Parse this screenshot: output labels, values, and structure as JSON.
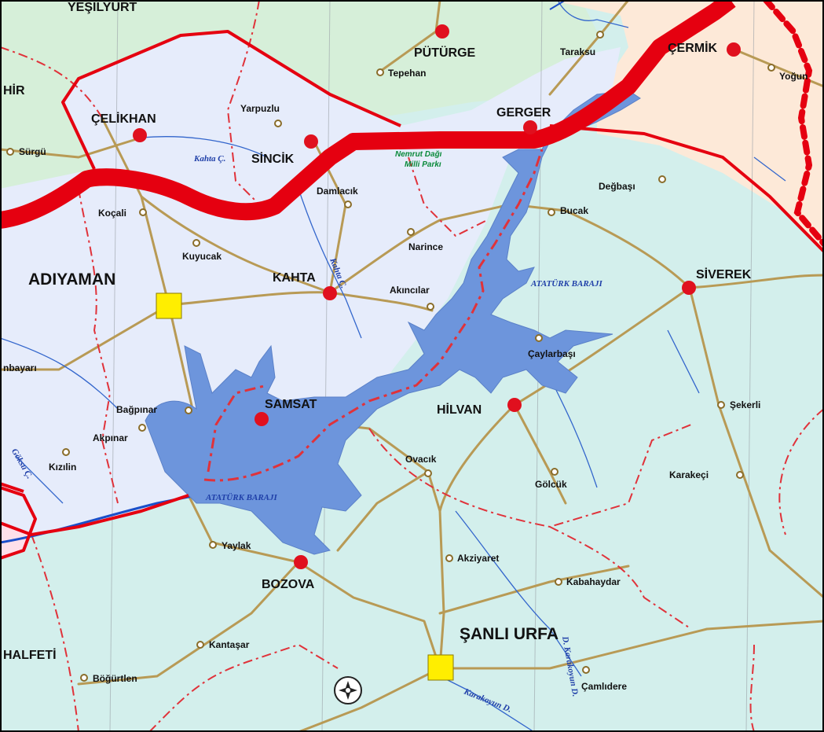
{
  "map": {
    "colors": {
      "adiyaman_province": "#e6ecfb",
      "sanliurfa_province": "#d3efec",
      "malatya_province": "#d6efd9",
      "diyarbakir_province": "#fde9d8",
      "gaziantep_province": "#fde0ea",
      "reservoir": "#6d95dc",
      "river": "#3366cc",
      "road": "#b89a55",
      "province_border": "#e50010",
      "district_border": "#e0323a",
      "main_highway": "#e50010",
      "district_center": "#e0101e",
      "province_center": "#ffee00",
      "village": "#b89a55"
    },
    "province_centers": [
      {
        "name": "ADIYAMAN",
        "icon": "yellow-square-icon"
      },
      {
        "name": "ŞANLI URFA",
        "icon": "yellow-square-icon"
      }
    ],
    "district_centers": [
      {
        "name": "PÜTÜRGE",
        "icon": "red-dot-icon"
      },
      {
        "name": "ÇERMİK",
        "icon": "red-dot-icon"
      },
      {
        "name": "ÇELİKHAN",
        "icon": "red-dot-icon"
      },
      {
        "name": "SİNCİK",
        "icon": "red-dot-icon"
      },
      {
        "name": "GERGER",
        "icon": "red-dot-icon"
      },
      {
        "name": "KAHTA",
        "icon": "red-dot-icon"
      },
      {
        "name": "SİVEREK",
        "icon": "red-dot-icon"
      },
      {
        "name": "SAMSAT",
        "icon": "red-dot-icon"
      },
      {
        "name": "HİLVAN",
        "icon": "red-dot-icon"
      },
      {
        "name": "BOZOVA",
        "icon": "red-dot-icon"
      }
    ],
    "edge_labels": [
      "YEŞİLYURT",
      "HİR",
      "HALFETİ",
      "nbayarı"
    ],
    "villages": [
      {
        "name": "Tepehan"
      },
      {
        "name": "Taraksu"
      },
      {
        "name": "Yoğun"
      },
      {
        "name": "Yarpuzlu"
      },
      {
        "name": "Sürgü"
      },
      {
        "name": "Koçali"
      },
      {
        "name": "Kuyucak"
      },
      {
        "name": "Damlacık"
      },
      {
        "name": "Narince"
      },
      {
        "name": "Bucak"
      },
      {
        "name": "Değbaşı"
      },
      {
        "name": "Akıncılar"
      },
      {
        "name": "Çaylarbaşı"
      },
      {
        "name": "Bağpınar"
      },
      {
        "name": "Akpınar"
      },
      {
        "name": "Kızılin"
      },
      {
        "name": "Şekerli"
      },
      {
        "name": "Ovacık"
      },
      {
        "name": "Gölcük"
      },
      {
        "name": "Karakeçi"
      },
      {
        "name": "Yaylak"
      },
      {
        "name": "Akziyaret"
      },
      {
        "name": "Kabahaydar"
      },
      {
        "name": "Kantaşar"
      },
      {
        "name": "Böğürtlen"
      },
      {
        "name": "Çamlıdere"
      }
    ],
    "water_labels": [
      "Kahta Ç.",
      "Kahta Ç.",
      "ATATÜRK BARAJI",
      "ATATÜRK BARAJI",
      "Göksu Ç.",
      "Karakoyun D.",
      "D. Karakoyun D."
    ],
    "park_labels": [
      "Nemrut Dağı",
      "Milli Parkı"
    ],
    "airport": {
      "icon": "airport-icon"
    }
  }
}
